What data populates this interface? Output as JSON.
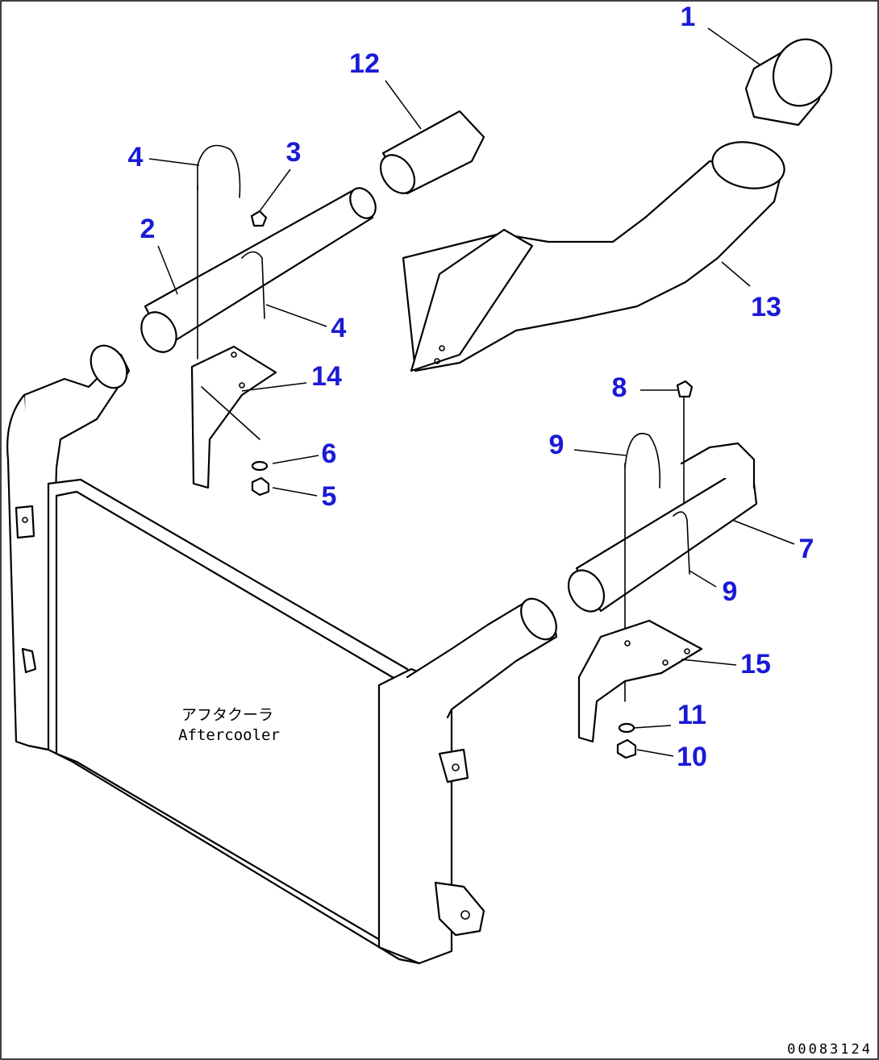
{
  "labels": {
    "jp": "アフタクーラ",
    "en": "Aftercooler"
  },
  "doc_number": "00083124",
  "callouts": [
    "1",
    "2",
    "3",
    "4",
    "4",
    "5",
    "6",
    "7",
    "8",
    "9",
    "9",
    "10",
    "11",
    "12",
    "13",
    "14",
    "15"
  ],
  "colors": {
    "callout": "#1a1ad6",
    "line": "#000000",
    "background": "#ffffff"
  }
}
